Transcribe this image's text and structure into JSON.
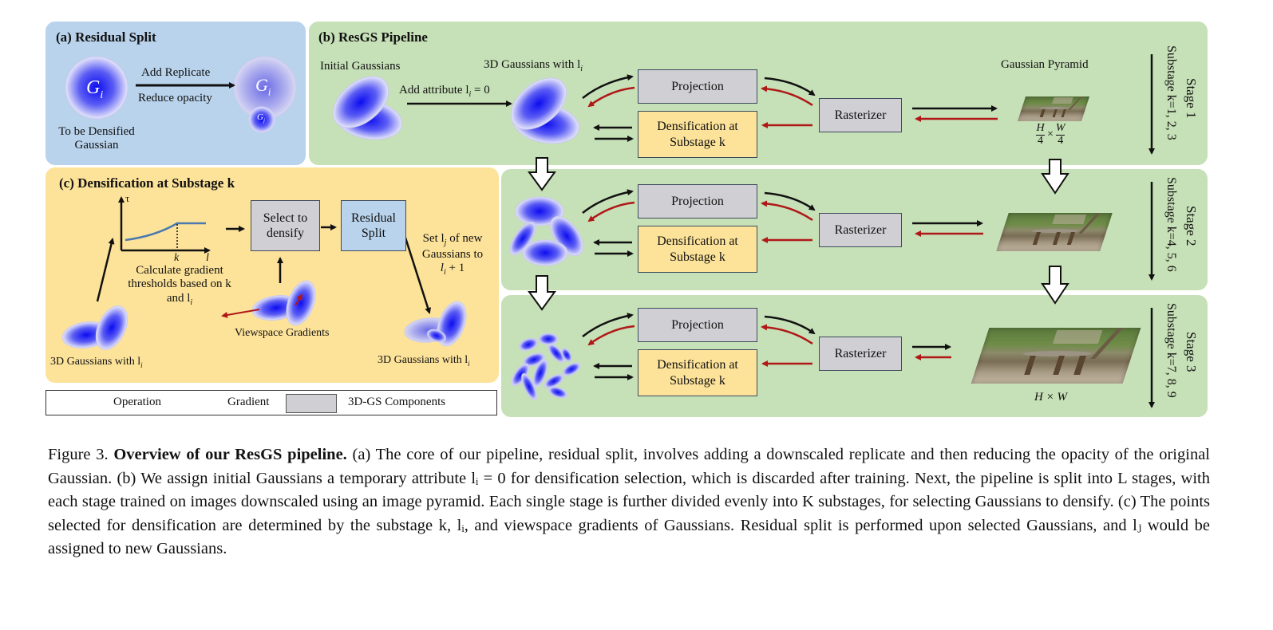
{
  "panel_a": {
    "title": "(a) Residual Split",
    "gaussian_label": "G",
    "gaussian_sub_i": "i",
    "gaussian_sub_j": "j",
    "arrow_top": "Add Replicate",
    "arrow_bottom": "Reduce opacity",
    "source_caption_line1": "To be Densified",
    "source_caption_line2": "Gaussian"
  },
  "panel_b": {
    "title": "(b) ResGS Pipeline",
    "initial_label": "Initial Gaussians",
    "add_attribute": "Add attribute l",
    "add_attribute_sub": "i",
    "add_attribute_val": " = 0",
    "with_li_label": "3D Gaussians with l",
    "with_li_sub": "i",
    "pyramid_label": "Gaussian Pyramid",
    "projection": "Projection",
    "densification_line1": "Densification at",
    "densification_line2": "Substage k",
    "rasterizer": "Rasterizer",
    "stage1_res_num_h": "H",
    "stage1_res_num_w": "W",
    "stage1_res_den": "4",
    "times": "×",
    "stage3_res": "H × W",
    "stages": [
      {
        "name": "Stage 1",
        "substages": "Substage k=1, 2, 3"
      },
      {
        "name": "Stage 2",
        "substages": "Substage k=4, 5, 6"
      },
      {
        "name": "Stage 3",
        "substages": "Substage k=7, 8, 9"
      }
    ]
  },
  "panel_c": {
    "title": "(c) Densification at Substage k",
    "axis_y": "τ",
    "axis_x": "l",
    "axis_k": "k",
    "calc_line1": "Calculate gradient",
    "calc_line2": "thresholds based on k",
    "calc_line3": "and l",
    "calc_sub": "i",
    "select_line1": "Select to",
    "select_line2": "densify",
    "residual_line1": "Residual",
    "residual_line2": "Split",
    "set_line1": "Set l",
    "set_sub": "j",
    "set_line1_rest": " of new",
    "set_line2": "Gaussians to",
    "set_line3": "l",
    "set_line3_sub": "i",
    "set_line3_rest": " + 1",
    "viewspace": "Viewspace Gradients",
    "gauss_left": "3D Gaussians with l",
    "gauss_right": "3D Gaussians with l",
    "gauss_sub": "i"
  },
  "legend": {
    "operation": "Operation",
    "gradient": "Gradient",
    "components": "3D-GS Components",
    "colors": {
      "operation": "#111111",
      "gradient": "#b01818",
      "components": "#d0d0d4"
    }
  },
  "caption": {
    "prefix": "Figure 3. ",
    "bold": "Overview of our ResGS pipeline.",
    "text": " (a) The core of our pipeline, residual split, involves adding a downscaled replicate and then reducing the opacity of the original Gaussian. (b) We assign initial Gaussians a temporary attribute lᵢ = 0 for densification selection, which is discarded after training. Next, the pipeline is split into L stages, with each stage trained on images downscaled using an image pyramid. Each single stage is further divided evenly into K substages, for selecting Gaussians to densify. (c) The points selected for densification are determined by the substage k, lᵢ, and viewspace gradients of Gaussians. Residual split is performed upon selected Gaussians, and lⱼ would be assigned to new Gaussians."
  },
  "colors": {
    "panel_a_bg": "#b9d3ec",
    "panel_b_bg": "#c6e0b7",
    "panel_c_bg": "#fde39a",
    "gray_box": "#d0d0d4",
    "gaussian_core": "#1414f0",
    "gradient_arrow": "#b01818",
    "curve": "#4a79b0"
  }
}
